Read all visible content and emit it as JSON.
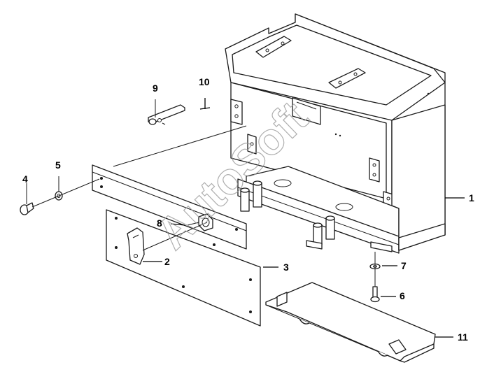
{
  "watermark": "AutoSoft",
  "callouts": [
    {
      "id": "label-1",
      "text": "1"
    },
    {
      "id": "label-2",
      "text": "2"
    },
    {
      "id": "label-3",
      "text": "3"
    },
    {
      "id": "label-4",
      "text": "4"
    },
    {
      "id": "label-5",
      "text": "5"
    },
    {
      "id": "label-6",
      "text": "6"
    },
    {
      "id": "label-7",
      "text": "7"
    },
    {
      "id": "label-8",
      "text": "8"
    },
    {
      "id": "label-9",
      "text": "9"
    },
    {
      "id": "label-10",
      "text": "10"
    },
    {
      "id": "label-11",
      "text": "11"
    }
  ]
}
